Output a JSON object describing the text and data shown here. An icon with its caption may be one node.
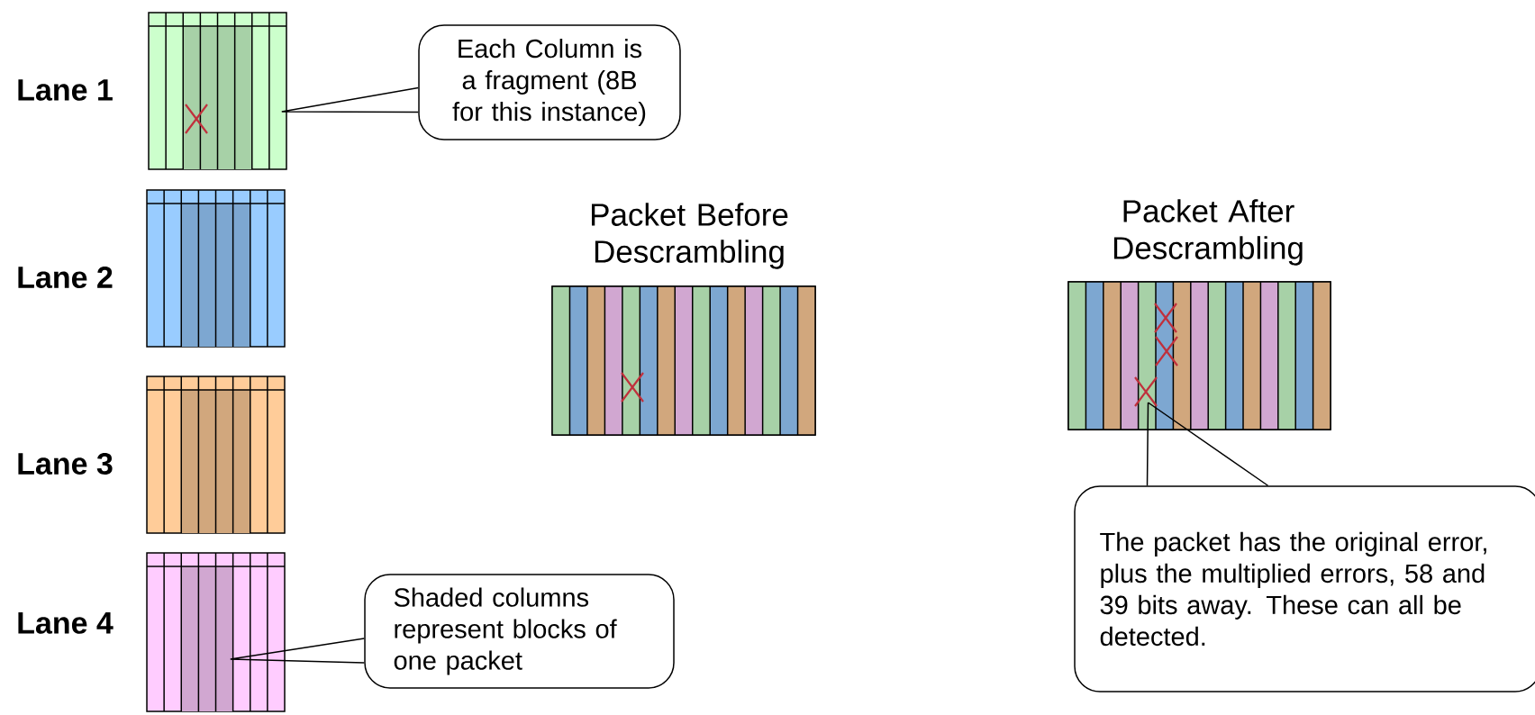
{
  "diagram": {
    "nodes": [
      {
        "text": [],
        "shape": "box",
        "beside": [
          "Lane 1"
        ]
      },
      {
        "text": [],
        "shape": "box",
        "beside": [
          "Lane 2"
        ]
      },
      {
        "text": [],
        "shape": "box",
        "beside": [
          "Lane 3"
        ]
      },
      {
        "text": [],
        "shape": "box",
        "beside": [
          "Lane 4"
        ]
      },
      {
        "text": [
          "Each Column is a fragment (8B for this instance)"
        ]
      },
      {
        "text": [
          "Packet Before Descrambling"
        ]
      },
      {
        "text": [
          "Packet After Descrambling"
        ]
      },
      {
        "text": [
          "Shaded columns represent blocks of one packet"
        ]
      },
      {
        "text": [
          "The packet has the original error, plus the multiplied errors, 58 and 39 bits away. These can all be detected."
        ]
      }
    ],
    "edges": [
      {
        "from": 4,
        "to": 0,
        "arrow": "none"
      },
      {
        "from": 7,
        "to": 3,
        "arrow": "none"
      },
      {
        "from": 8,
        "to": 6,
        "arrow": "none"
      }
    ]
  }
}
